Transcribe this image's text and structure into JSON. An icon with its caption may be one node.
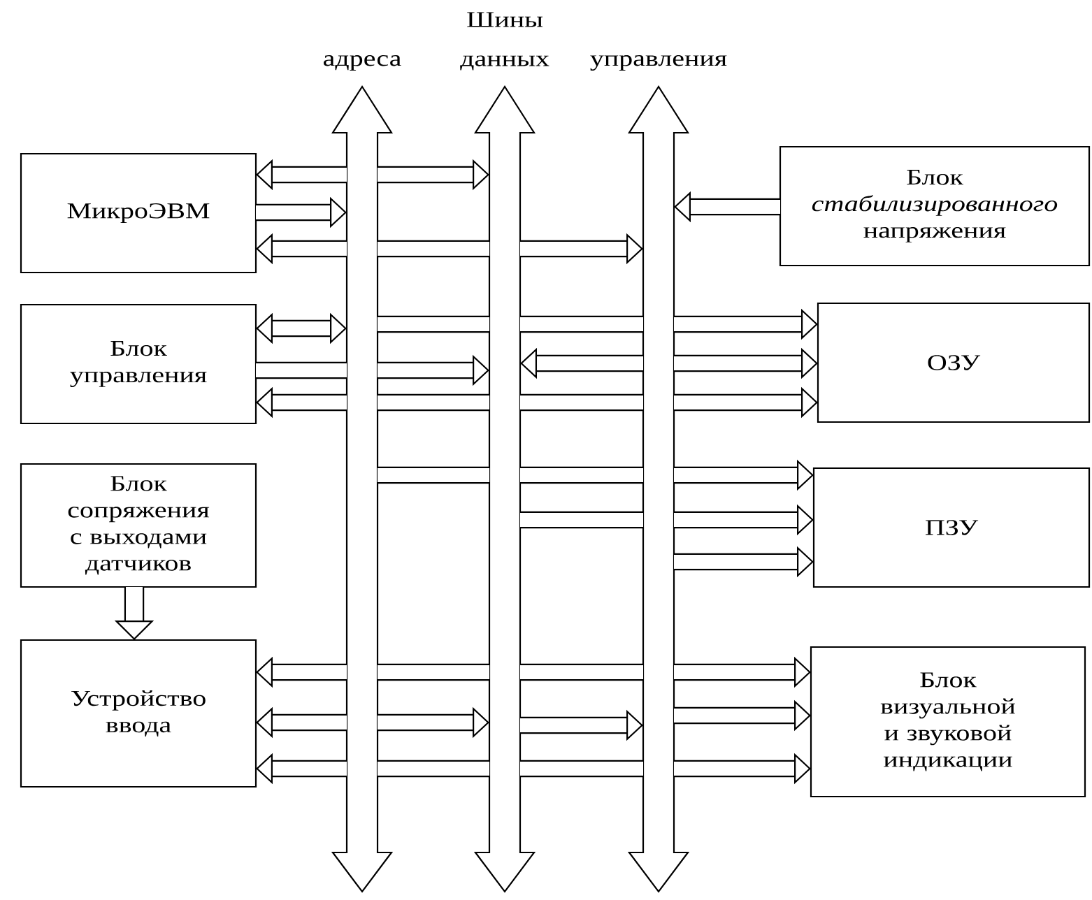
{
  "diagram": {
    "nodes": [
      {
        "text": [
          "МикроЭВМ"
        ]
      },
      {
        "text": [
          "Блок управления"
        ]
      },
      {
        "text": [
          "Блок сопряжения с выходами датчиков"
        ]
      },
      {
        "text": [
          "Устройство ввода"
        ]
      },
      {
        "text": [
          "адреса"
        ]
      },
      {
        "text": [
          "данных"
        ]
      },
      {
        "text": [
          "управления"
        ]
      },
      {
        "text": [
          "Блок *стабилизированного* напряжения"
        ]
      },
      {
        "text": [
          "ОЗУ"
        ]
      },
      {
        "text": [
          "ПЗУ"
        ]
      },
      {
        "text": [
          "Блок визуальной и звуковой индикации"
        ]
      }
    ],
    "edges": [
      {
        "from": 4,
        "to": 0,
        "arrow": "to"
      },
      {
        "from": 4,
        "to": 5,
        "arrow": "to"
      },
      {
        "from": 0,
        "to": 4,
        "arrow": "to"
      },
      {
        "from": 4,
        "to": 0,
        "arrow": "to"
      },
      {
        "from": 4,
        "to": 5,
        "arrow": "none"
      },
      {
        "from": 5,
        "to": 6,
        "arrow": "to"
      },
      {
        "from": 7,
        "to": 6,
        "arrow": "to"
      },
      {
        "from": 1,
        "to": 4,
        "arrow": "both"
      },
      {
        "from": 1,
        "to": 4,
        "arrow": "none"
      },
      {
        "from": 4,
        "to": 5,
        "arrow": "to"
      },
      {
        "from": 4,
        "to": 1,
        "arrow": "to"
      },
      {
        "from": 4,
        "to": 5,
        "arrow": "none"
      },
      {
        "from": 5,
        "to": 6,
        "arrow": "none"
      },
      {
        "from": 4,
        "to": 5,
        "arrow": "none"
      },
      {
        "from": 5,
        "to": 6,
        "arrow": "none"
      },
      {
        "from": 6,
        "to": 8,
        "arrow": "to"
      },
      {
        "from": 6,
        "to": 5,
        "arrow": "to"
      },
      {
        "from": 6,
        "to": 8,
        "arrow": "to"
      },
      {
        "from": 6,
        "to": 8,
        "arrow": "to"
      },
      {
        "from": 4,
        "to": 5,
        "arrow": "none"
      },
      {
        "from": 5,
        "to": 6,
        "arrow": "none"
      },
      {
        "from": 6,
        "to": 9,
        "arrow": "to"
      },
      {
        "from": 5,
        "to": 6,
        "arrow": "none"
      },
      {
        "from": 6,
        "to": 9,
        "arrow": "to"
      },
      {
        "from": 6,
        "to": 9,
        "arrow": "to"
      },
      {
        "from": 2,
        "to": 3,
        "arrow": "to"
      },
      {
        "from": 4,
        "to": 3,
        "arrow": "to"
      },
      {
        "from": 4,
        "to": 5,
        "arrow": "none"
      },
      {
        "from": 5,
        "to": 6,
        "arrow": "none"
      },
      {
        "from": 6,
        "to": 10,
        "arrow": "to"
      },
      {
        "from": 4,
        "to": 3,
        "arrow": "to"
      },
      {
        "from": 4,
        "to": 5,
        "arrow": "to"
      },
      {
        "from": 5,
        "to": 6,
        "arrow": "to"
      },
      {
        "from": 6,
        "to": 10,
        "arrow": "to"
      },
      {
        "from": 4,
        "to": 3,
        "arrow": "to"
      },
      {
        "from": 4,
        "to": 5,
        "arrow": "none"
      },
      {
        "from": 5,
        "to": 6,
        "arrow": "none"
      },
      {
        "from": 6,
        "to": 10,
        "arrow": "to"
      }
    ],
    "labels": [
      "Шины"
    ]
  }
}
